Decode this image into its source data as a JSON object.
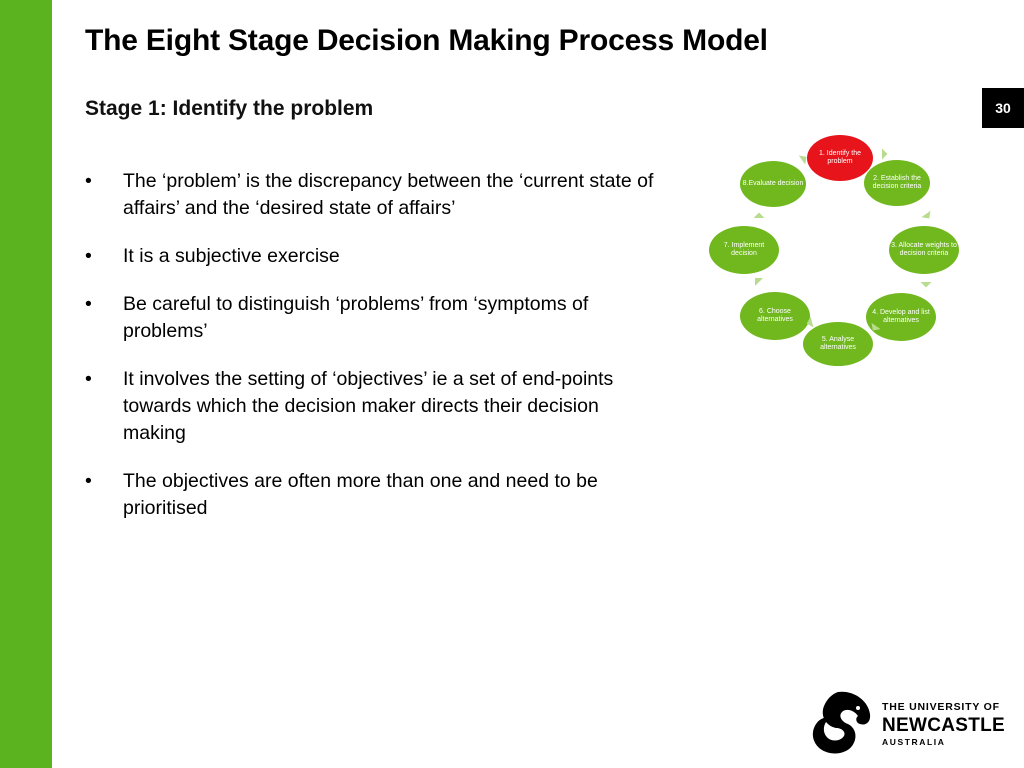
{
  "slide": {
    "title": "The Eight Stage Decision Making Process Model",
    "subtitle": "Stage 1: Identify the problem",
    "page_number": "30"
  },
  "bullets": [
    "The ‘problem’ is the discrepancy between the ‘current state of affairs’ and the ‘desired state of affairs’",
    "It is a subjective exercise",
    "Be careful to distinguish ‘problems’ from ‘symptoms of problems’",
    "It involves the setting of ‘objectives’ ie a set of end-points towards which the decision maker directs their decision making",
    "The objectives are often more than one and need to be prioritised"
  ],
  "bullet_glyph": "•",
  "diagram": {
    "stages": [
      {
        "label": "1. Identify the problem",
        "active": true
      },
      {
        "label": "2. Establish the decision criteria",
        "active": false
      },
      {
        "label": "3. Allocate weights to decision criteria",
        "active": false
      },
      {
        "label": "4. Develop and list alternatives",
        "active": false
      },
      {
        "label": "5. Analyse alternatives",
        "active": false
      },
      {
        "label": "6. Choose alternatives",
        "active": false
      },
      {
        "label": "7. Implement decision",
        "active": false
      },
      {
        "label": "8.Evaluate decision",
        "active": false
      }
    ],
    "colors": {
      "active": "#e8141c",
      "inactive": "#70b81e",
      "arrow": "#b7dc8d"
    }
  },
  "logo": {
    "line1": "THE UNIVERSITY OF",
    "line2": "NEWCASTLE",
    "line3": "AUSTRALIA"
  },
  "colors": {
    "sidebar": "#5ab31f",
    "badge": "#000000"
  }
}
